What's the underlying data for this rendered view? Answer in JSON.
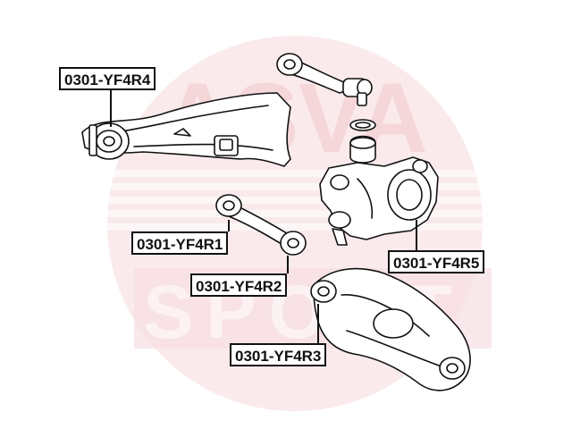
{
  "watermark": {
    "brand_top": "ASVA",
    "brand_bottom": "SPORT",
    "color": "#e8a0a8"
  },
  "parts": [
    {
      "id": "r4",
      "label": "0301-YF4R4"
    },
    {
      "id": "r1",
      "label": "0301-YF4R1"
    },
    {
      "id": "r2",
      "label": "0301-YF4R2"
    },
    {
      "id": "r3",
      "label": "0301-YF4R3"
    },
    {
      "id": "r5",
      "label": "0301-YF4R5"
    }
  ],
  "colors": {
    "line": "#111111",
    "part_fill": "#ffffff"
  }
}
